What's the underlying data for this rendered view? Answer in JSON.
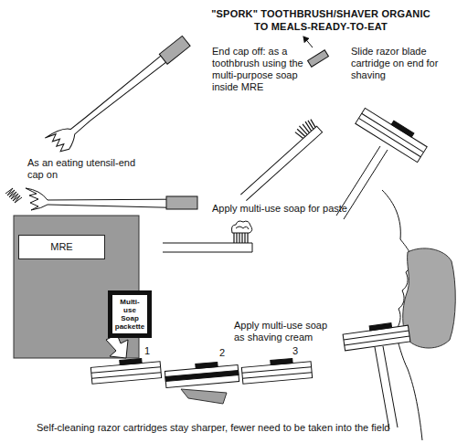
{
  "diagram": {
    "title": "\"SPORK\" TOOTHBRUSH/SHAVER ORGANIC TO MEALS-READY-TO-EAT",
    "nodes": [
      {
        "text": [
          "MRE"
        ]
      },
      {
        "text": [
          "Multi-use Soap packette"
        ]
      }
    ],
    "labels": [
      "As an eating utensil-end cap on",
      "End cap off: as a toothbrush using the multi-purpose soap inside MRE",
      "Slide razor blade cartridge on end for shaving",
      "Apply multi-use soap for paste",
      "Apply multi-use soap as shaving cream",
      "1",
      "2",
      "3",
      "Self-cleaning razor cartridges stay sharper, fewer need to be taken into the field"
    ]
  }
}
